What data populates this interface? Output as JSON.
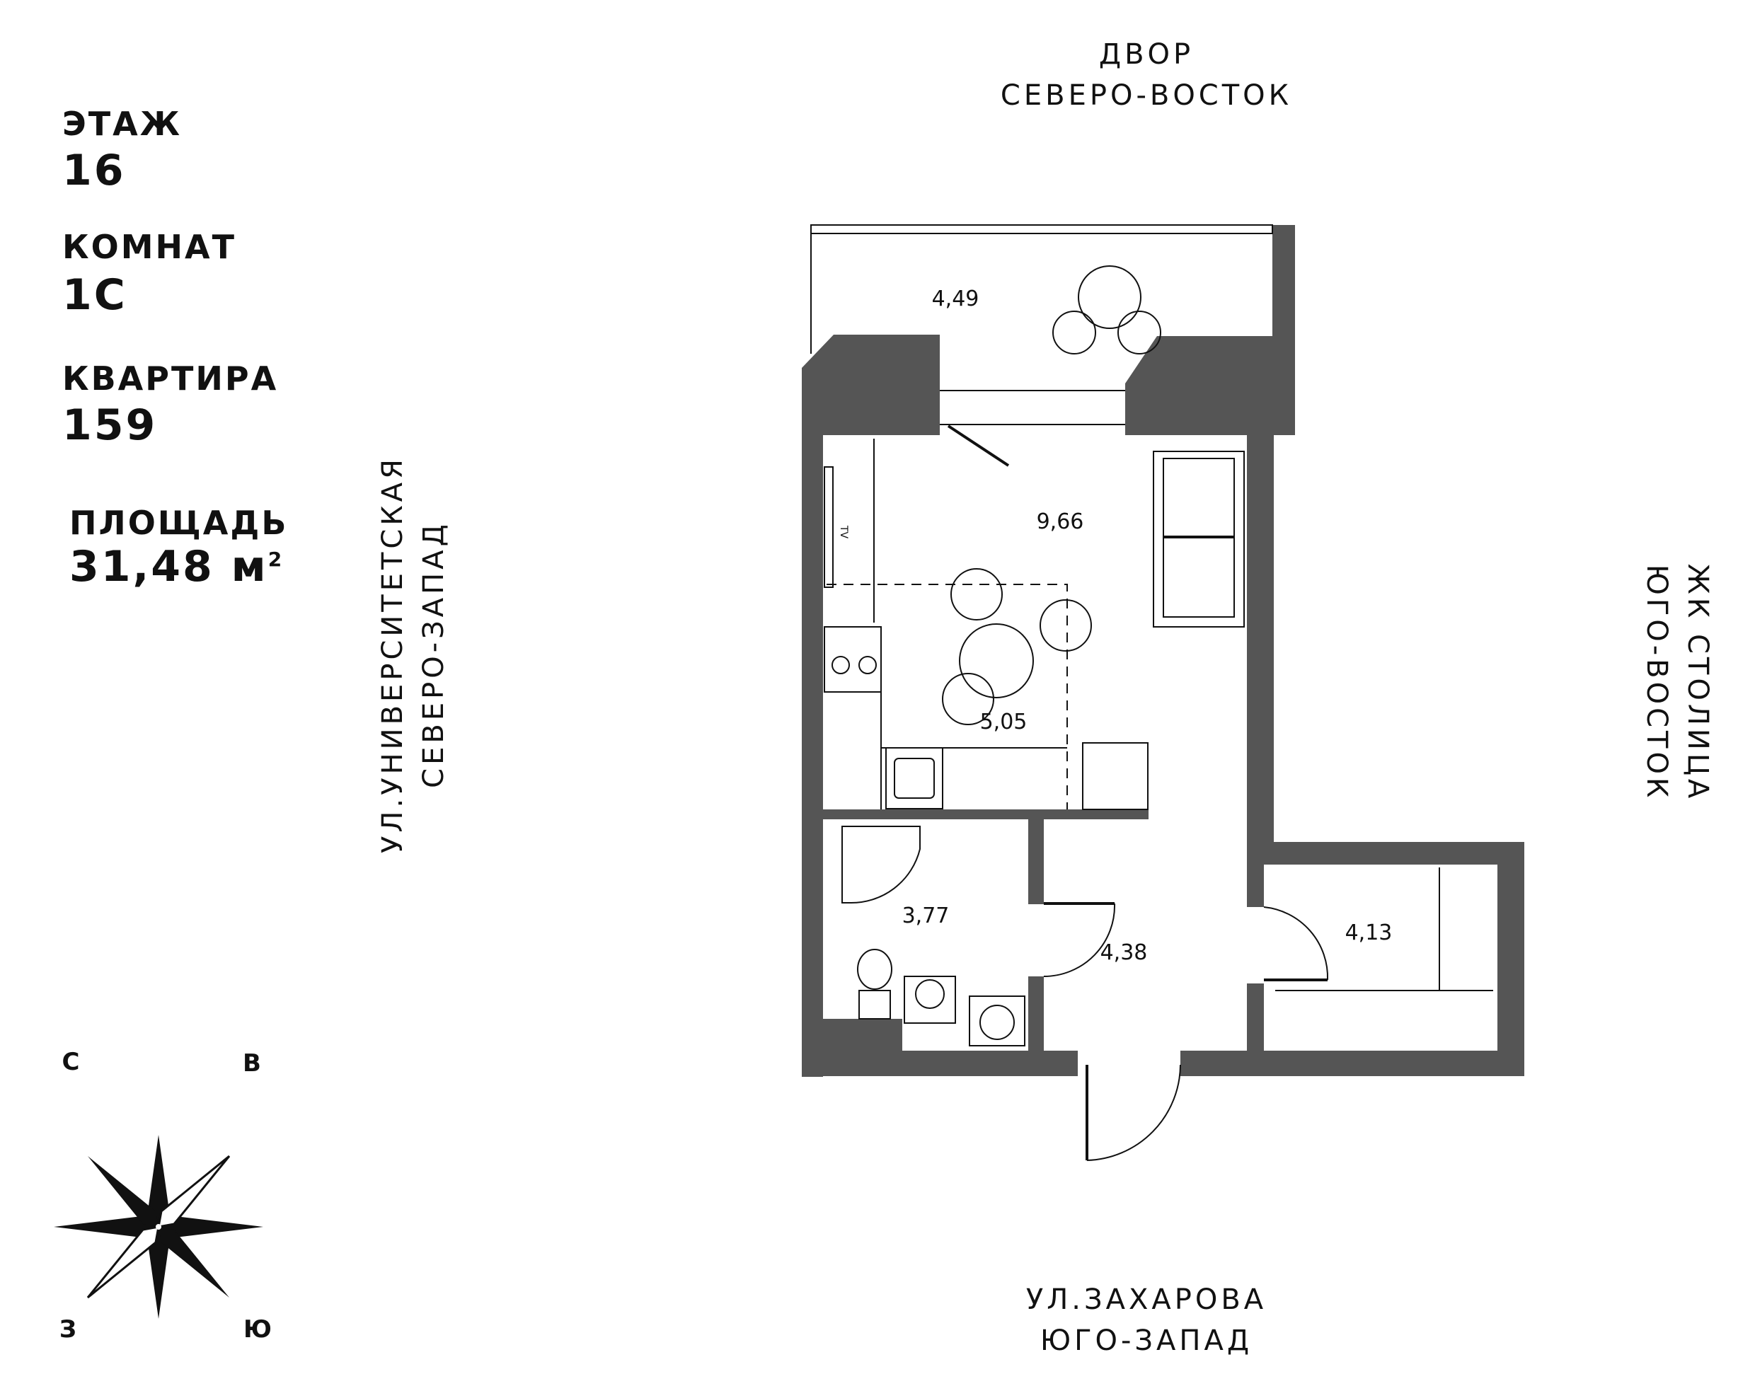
{
  "info": {
    "floor_label": "ЭТАЖ",
    "floor_value": "16",
    "rooms_label": "КОМНАТ",
    "rooms_value": "1С",
    "apartment_label": "КВАРТИРА",
    "apartment_value": "159",
    "area_label": "ПЛОЩАДЬ",
    "area_value": "31,48 м",
    "area_unit_sup": "2"
  },
  "orientation": {
    "top_line1": "ДВОР",
    "top_line2": "СЕВЕРО-ВОСТОК",
    "left_line1": "УЛ.УНИВЕРСИТЕТСКАЯ",
    "left_line2": "СЕВЕРО-ЗАПАД",
    "right_line1": "ЖК СТОЛИЦА",
    "right_line2": "ЮГО-ВОСТОК",
    "bottom_line1": "УЛ.ЗАХАРОВА",
    "bottom_line2": "ЮГО-ЗАПАД"
  },
  "compass": {
    "north": "С",
    "east": "В",
    "west": "З",
    "south": "Ю"
  },
  "rooms": {
    "balcony": "4,49",
    "living": "9,66",
    "kitchen": "5,05",
    "bathroom": "3,77",
    "hall": "4,38",
    "wardrobe": "4,13"
  },
  "furniture": {
    "tv": "TV"
  },
  "colors": {
    "wall": "#555555",
    "line": "#111111",
    "background": "#ffffff"
  }
}
